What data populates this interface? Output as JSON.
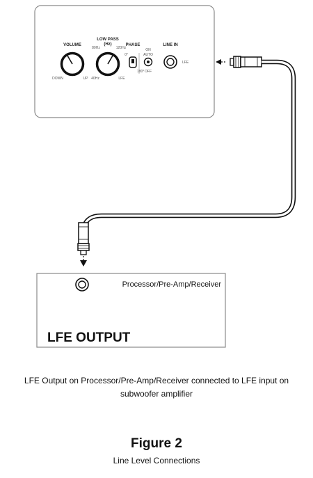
{
  "amp_panel": {
    "volume_label": "VOLUME",
    "volume_min": "DOWN",
    "volume_max": "UP",
    "lowpass_label_line1": "LOW PASS",
    "lowpass_label_line2": "(Hz)",
    "lowpass_tick_left": "80Hz",
    "lowpass_tick_right": "120Hz",
    "lowpass_min": "40Hz",
    "lowpass_max": "LFE",
    "phase_label": "PHASE",
    "phase_zero": "0°",
    "phase_180": "180°",
    "power_on": "ON",
    "power_auto": "AUTO",
    "power_off": "OFF",
    "line_in_label": "LINE IN",
    "line_in_jack_label": "LFE"
  },
  "receiver": {
    "title": "Processor/Pre-Amp/Receiver",
    "output_label": "LFE OUTPUT"
  },
  "caption": {
    "line1": "LFE Output on Processor/Pre-Amp/Receiver connected to LFE input on",
    "line2": "subwoofer amplifier"
  },
  "figure": {
    "title": "Figure 2",
    "subtitle": "Line Level Connections"
  }
}
